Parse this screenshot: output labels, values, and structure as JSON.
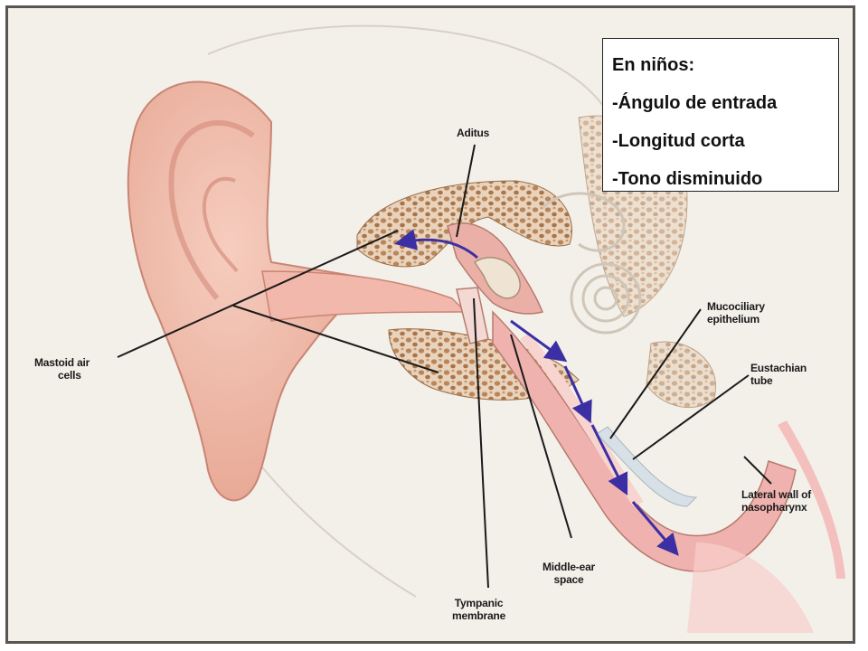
{
  "info_box": {
    "heading": "En niños:",
    "items": [
      "-Ángulo de entrada",
      "-Longitud corta",
      "-Tono disminuido"
    ]
  },
  "labels": {
    "aditus": "Aditus",
    "mastoid_line1": "Mastoid air",
    "mastoid_line2": "cells",
    "mucociliary_line1": "Mucociliary",
    "mucociliary_line2": "epithelium",
    "eustachian_line1": "Eustachian",
    "eustachian_line2": "tube",
    "lateral_line1": "Lateral wall of",
    "lateral_line2": "nasopharynx",
    "middle_ear_line1": "Middle-ear",
    "middle_ear_line2": "space",
    "tympanic_line1": "Tympanic",
    "tympanic_line2": "membrane"
  },
  "colors": {
    "background": "#f3f0ea",
    "skin": "#efb9a8",
    "skin_dark": "#d98e7b",
    "bone_cells": "#b8865a",
    "flow_arrows": "#3b2fa3"
  }
}
